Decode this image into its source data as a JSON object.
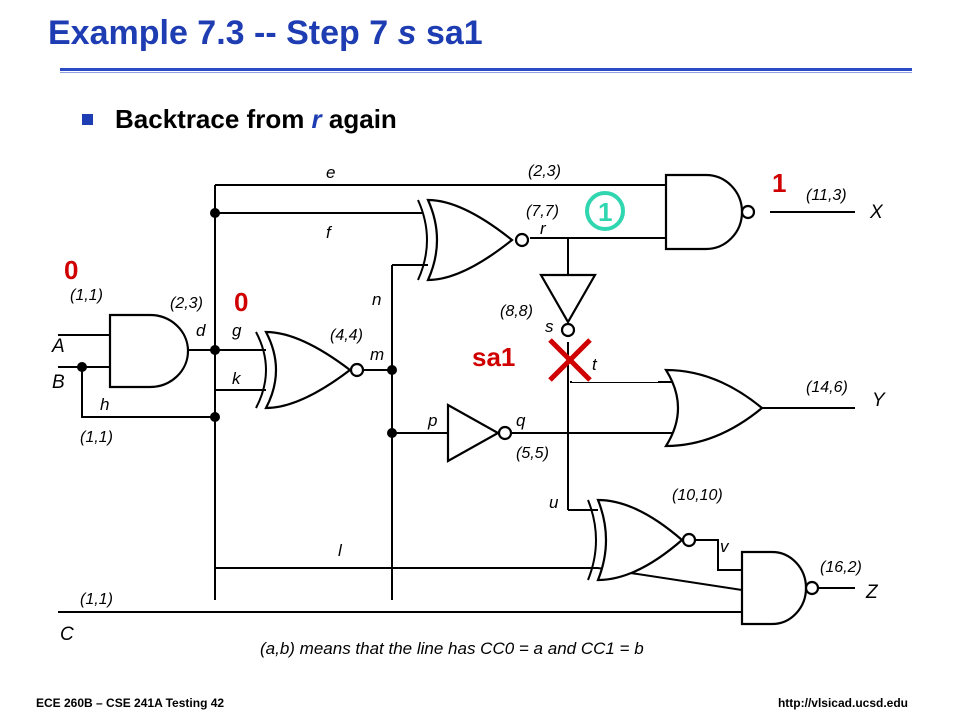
{
  "slide": {
    "title": "Example 7.3 -- Step 7 s sa1",
    "title_prefix": "Example 7.3 -- Step 7 ",
    "title_italic": "s",
    "title_suffix": " sa1",
    "bullet_prefix": "Backtrace from ",
    "bullet_italic": "r",
    "bullet_suffix": " again",
    "accent_color": "#1f3db3"
  },
  "circuit": {
    "inputs": {
      "A": "A",
      "B": "B",
      "C": "C"
    },
    "outputs": {
      "X": "X",
      "Y": "Y",
      "Z": "Z"
    },
    "nets": {
      "e": "e",
      "f": "f",
      "r": "r",
      "s": "s",
      "t": "t",
      "n": "n",
      "d": "d",
      "g": "g",
      "k": "k",
      "h": "h",
      "m": "m",
      "p": "p",
      "q": "q",
      "u": "u",
      "v": "v",
      "l": "l"
    },
    "cc": {
      "e": "(2,3)",
      "r": "(7,7)",
      "X": "(11,3)",
      "A": "(1,1)",
      "d": "(2,3)",
      "s": "(8,8)",
      "m": "(4,4)",
      "B": "(1,1)",
      "Y": "(14,6)",
      "q": "(5,5)",
      "v": "(10,10)",
      "Z": "(16,2)",
      "C": "(1,1)"
    },
    "annotations": {
      "x_value": "1",
      "r_value": "1",
      "a_value": "0",
      "g_value": "0",
      "fault": "sa1"
    },
    "note": "(a,b) means that the line has CC0 = a and CC1 = b",
    "fault_color": "#d00000",
    "circle_color": "#2fd6b0"
  },
  "footer": {
    "left": "ECE 260B – CSE 241A Testing 42",
    "right": "http://vlsicad.ucsd.edu"
  }
}
